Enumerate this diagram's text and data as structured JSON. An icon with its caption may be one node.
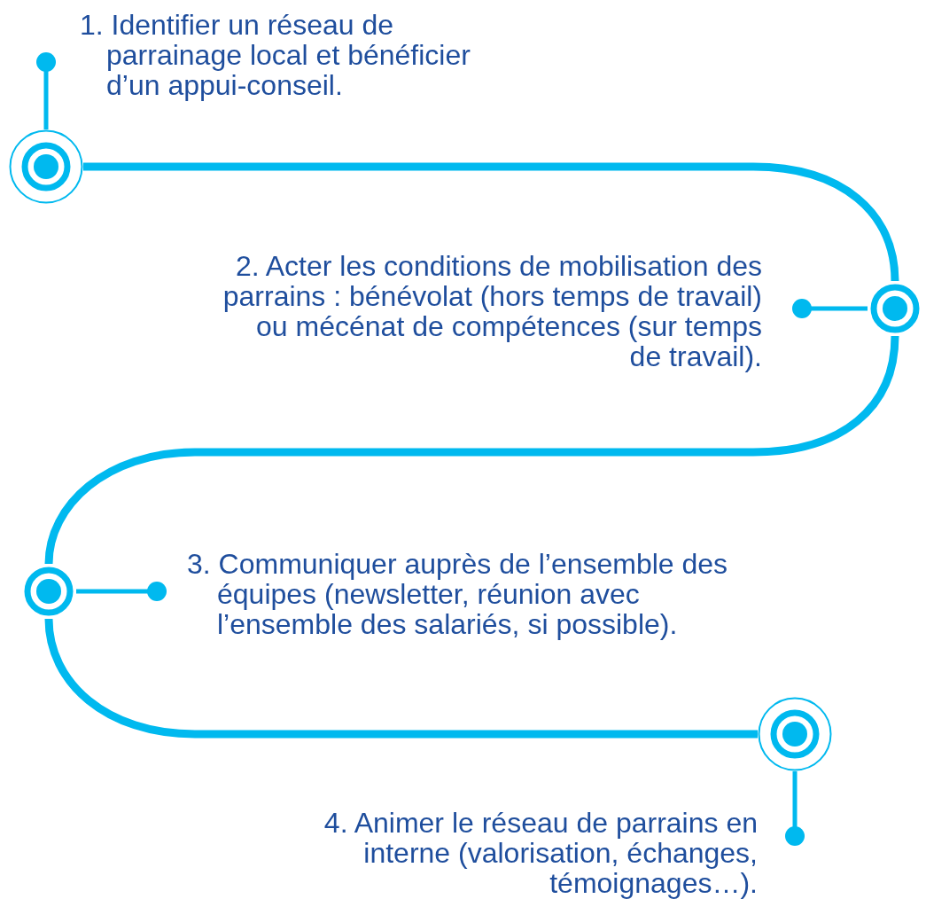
{
  "diagram": {
    "nodes": [
      {
        "text": [
          "1. Identifier un réseau de parrainage local et bénéficier d’un appui-conseil."
        ]
      },
      {
        "text": [],
        "shape": "circle"
      },
      {
        "text": [
          "2. Acter les conditions de mobilisation des parrains : bénévolat (hors temps de travail) ou mécénat de compétences (sur temps de travail)."
        ]
      },
      {
        "text": [],
        "shape": "circle"
      },
      {
        "text": [
          "3. Communiquer auprès de l’ensemble des équipes (newsletter, réunion avec l’ensemble des salariés, si possible)."
        ]
      },
      {
        "text": [],
        "shape": "circle"
      },
      {
        "text": [],
        "shape": "circle"
      },
      {
        "text": [
          "4. Animer le réseau de parrains en interne (valorisation, échanges, témoignages…)."
        ]
      }
    ],
    "edges": [
      {
        "from": 0,
        "to": 1,
        "arrow": "other"
      },
      {
        "from": 1,
        "to": 3,
        "arrow": "none",
        "style": "thick"
      },
      {
        "from": 2,
        "to": 3,
        "arrow": "other"
      },
      {
        "from": 3,
        "to": 5,
        "arrow": "none",
        "style": "thick"
      },
      {
        "from": 4,
        "to": 5,
        "arrow": "other"
      },
      {
        "from": 5,
        "to": 6,
        "arrow": "none",
        "style": "thick"
      },
      {
        "from": 6,
        "to": 7,
        "arrow": "other"
      }
    ]
  }
}
